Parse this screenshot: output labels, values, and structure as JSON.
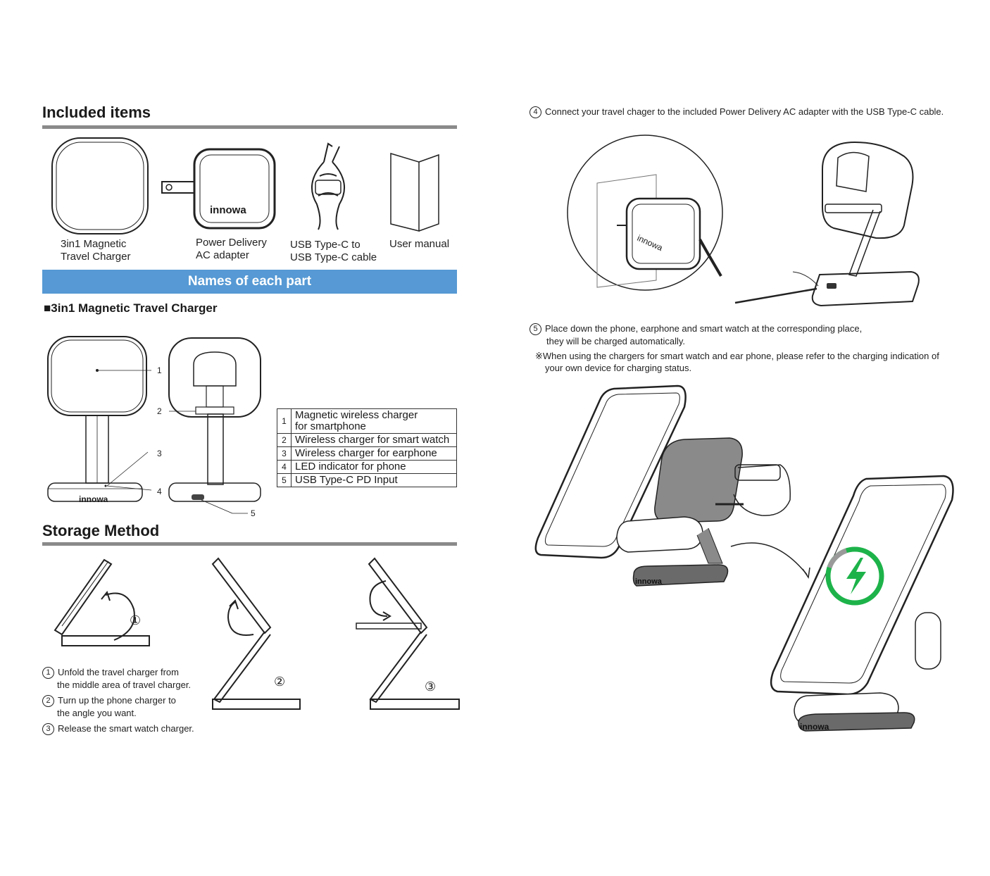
{
  "left": {
    "included_title": "Included items",
    "items": [
      {
        "label_1": "3in1 Magnetic",
        "label_2": "Travel Charger"
      },
      {
        "label_1": "Power Delivery",
        "label_2": "AC adapter"
      },
      {
        "label_1": "USB Type-C to",
        "label_2": "USB Type-C cable"
      },
      {
        "label_1": "User manual",
        "label_2": ""
      }
    ],
    "brand": "innowa",
    "names_bar": "Names of each part",
    "charger_heading": "■3in1 Magnetic Travel Charger",
    "callouts": [
      "1",
      "2",
      "3",
      "4",
      "5"
    ],
    "parts": [
      {
        "n": "1",
        "line_1": "Magnetic wireless charger",
        "line_2": "for smartphone"
      },
      {
        "n": "2",
        "line_1": "Wireless charger for smart watch",
        "line_2": ""
      },
      {
        "n": "3",
        "line_1": "Wireless charger for earphone",
        "line_2": ""
      },
      {
        "n": "4",
        "line_1": "LED indicator for phone",
        "line_2": ""
      },
      {
        "n": "5",
        "line_1": "USB Type-C PD Input",
        "line_2": ""
      }
    ],
    "storage_title": "Storage Method",
    "storage_marks": [
      "①",
      "②",
      "③"
    ],
    "steps": [
      {
        "n": "1",
        "line_1": "Unfold the travel charger from",
        "line_2": "the middle area of travel charger."
      },
      {
        "n": "2",
        "line_1": "Turn up the phone charger to",
        "line_2": "the angle you want."
      },
      {
        "n": "3",
        "line_1": "Release the smart watch charger.",
        "line_2": ""
      }
    ]
  },
  "right": {
    "step4_num": "4",
    "step4_text": "Connect your travel chager to the included Power Delivery AC adapter with the USB Type-C cable.",
    "step5_num": "5",
    "step5_line_1": "Place down the phone, earphone and smart watch at the corresponding place,",
    "step5_line_2": "they will be charged automatically.",
    "note_line_1": "※When using the chargers for smart watch and ear phone, please refer to the charging indication of",
    "note_line_2": "your own device for charging status.",
    "brand": "innowa"
  },
  "colors": {
    "accent_blue": "#5699d4",
    "rule_gray": "#8a8a8a",
    "charge_green": "#1db34a"
  }
}
